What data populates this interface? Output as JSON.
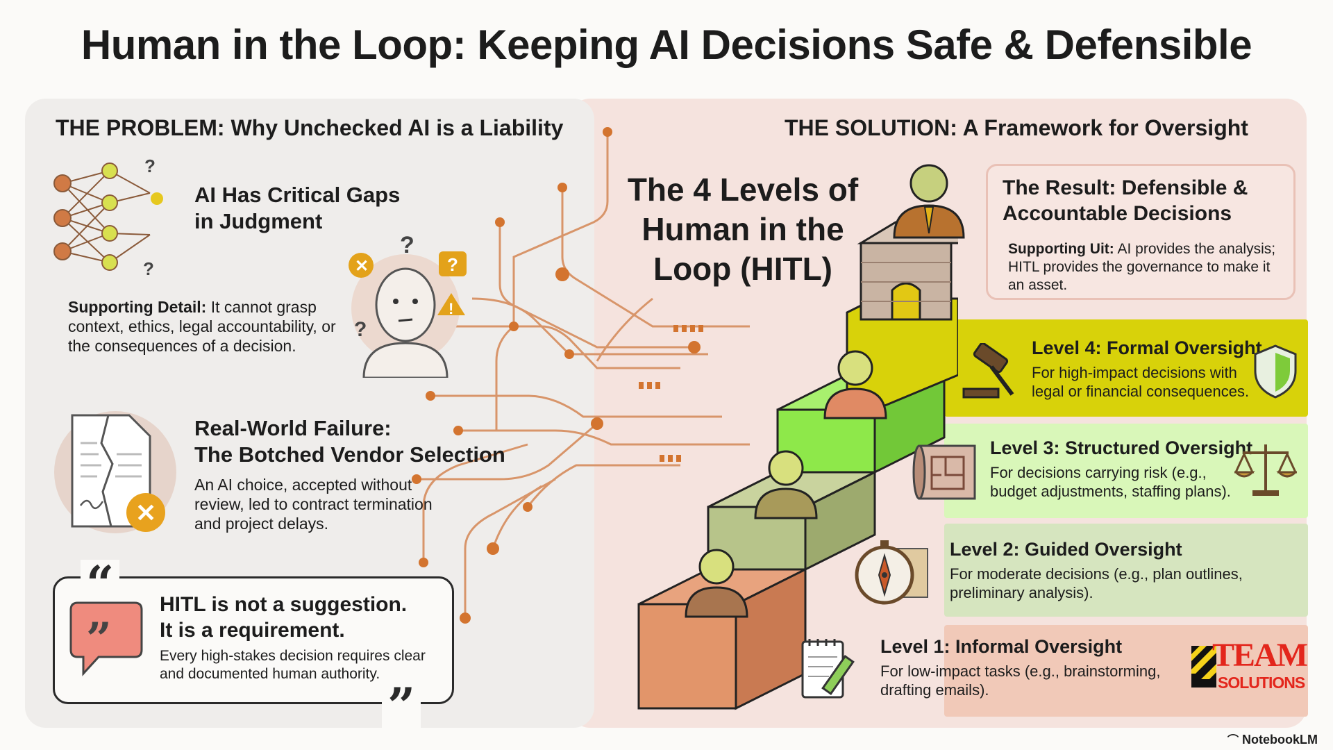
{
  "title": "Human in the Loop: Keeping AI Decisions Safe & Defensible",
  "problem": {
    "heading": "THE PROBLEM: Why Unchecked AI is a Liability",
    "gaps": {
      "title_line1": "AI Has Critical Gaps",
      "title_line2": "in Judgment",
      "detail_label": "Supporting Detail:",
      "detail_text": " It cannot grasp context, ethics, legal accountability, or the consequences of a decision."
    },
    "failure": {
      "title_line1": "Real-World Failure:",
      "title_line2": "The Botched Vendor Selection",
      "text": "An AI choice, accepted without review, led to contract termination and project delays."
    },
    "quote": {
      "open_mark": "“",
      "close_mark": "”",
      "bubble_mark": "”",
      "line1": "HITL is not a suggestion.",
      "line2": "It is a requirement.",
      "text": "Every high-stakes decision requires clear and documented human authority."
    }
  },
  "solution": {
    "heading": "THE SOLUTION: A Framework for Oversight",
    "framework_title_line1": "The 4 Levels of",
    "framework_title_line2": "Human in the",
    "framework_title_line3": "Loop (HITL)",
    "result": {
      "title_line1": "The Result: Defensible &",
      "title_line2": "Accountable Decisions",
      "support_label": "Supporting Uit:",
      "support_text": " AI provides the analysis; HITL provides the governance to make it an asset."
    },
    "levels": [
      {
        "title": "Level 4: Formal Oversight",
        "text": "For high-impact decisions with legal or financial consequences.",
        "color": "#d8d20a"
      },
      {
        "title": "Level 3: Structured Oversight",
        "text": "For decisions carrying risk (e.g., budget adjustments, staffing plans).",
        "color": "#d9f7b9"
      },
      {
        "title": "Level 2: Guided Oversight",
        "text": "For moderate decisions (e.g., plan outlines, preliminary analysis).",
        "color": "#d6e5bf"
      },
      {
        "title": "Level 1: Informal Oversight",
        "text": "For low-impact tasks (e.g., brainstorming, drafting emails).",
        "color": "#f1c9b8"
      }
    ]
  },
  "icons": {
    "network": "neural-network-icon",
    "robot": "confused-robot-icon",
    "document": "torn-contract-icon",
    "speech": "speech-bubble-icon",
    "person": "person-icon",
    "gavel": "gavel-icon",
    "shield": "shield-icon",
    "blueprint": "blueprint-icon",
    "scales": "scales-icon",
    "compass": "compass-icon",
    "notepad": "notepad-icon",
    "circuit": "circuit-lines-icon"
  },
  "logo": {
    "line1": "TEAM",
    "line2": "SOLUTIONS",
    "color": "#e3261c"
  },
  "footer": "NotebookLM",
  "colors": {
    "accent_orange": "#d3742f",
    "red": "#e3261c",
    "level4": "#d8d20a",
    "level3_step": "#8ef24a"
  }
}
